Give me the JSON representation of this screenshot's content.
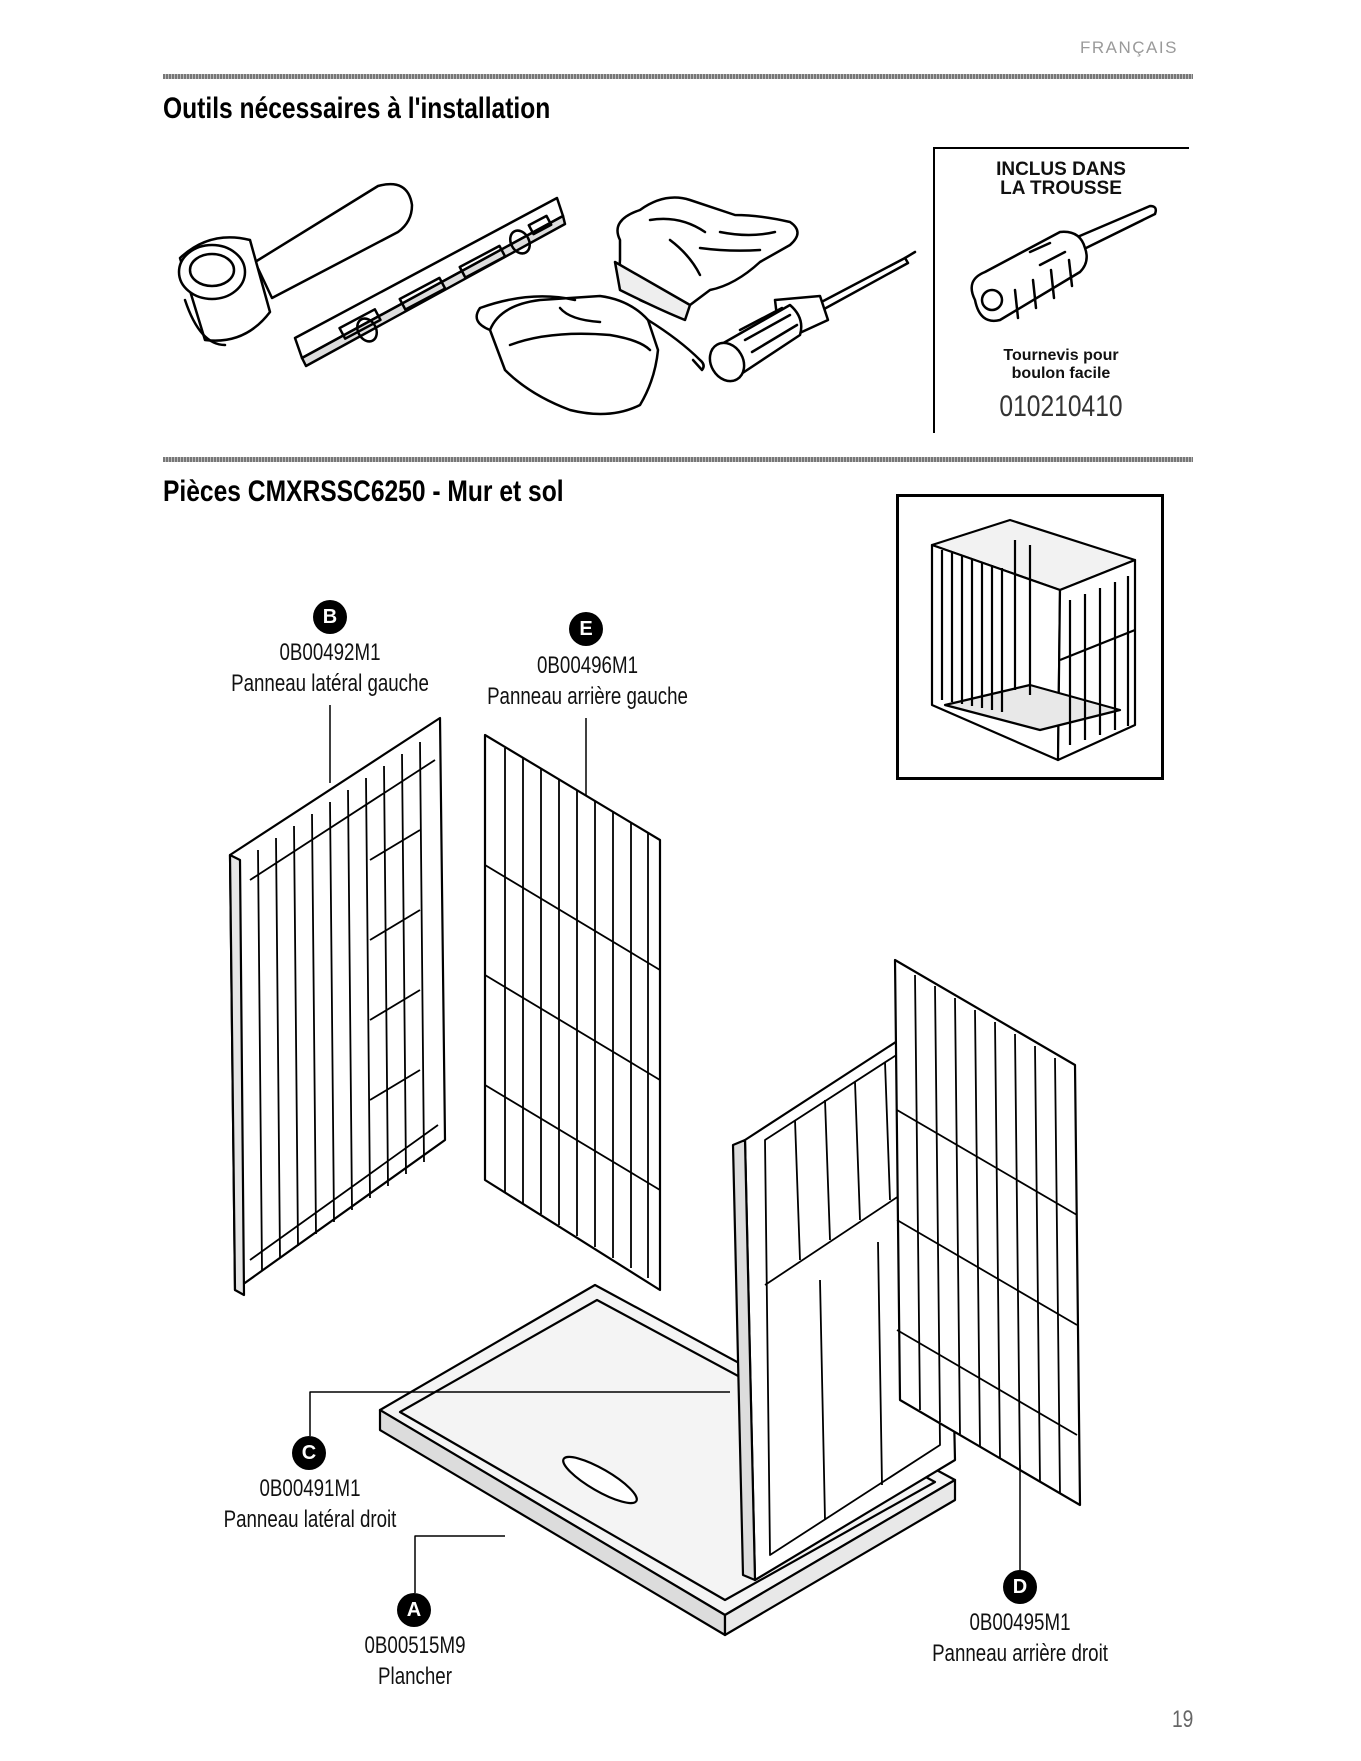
{
  "header": {
    "language": "FRANÇAIS"
  },
  "tools_section": {
    "title": "Outils nécessaires à l'installation",
    "tools": [
      "mallet-icon",
      "level-icon",
      "safety-glasses-icon",
      "gloves-icon",
      "screwdriver-icon"
    ],
    "kit": {
      "title_line1": "INCLUS DANS",
      "title_line2": "LA TROUSSE",
      "name_line1": "Tournevis pour",
      "name_line2": "boulon facile",
      "code": "010210410"
    }
  },
  "parts_section": {
    "title": "Pièces CMXRSSC6250 - Mur et sol",
    "parts": [
      {
        "letter": "B",
        "code": "0B00492M1",
        "name": "Panneau latéral gauche"
      },
      {
        "letter": "E",
        "code": "0B00496M1",
        "name": "Panneau arrière gauche"
      },
      {
        "letter": "C",
        "code": "0B00491M1",
        "name": "Panneau latéral droit"
      },
      {
        "letter": "A",
        "code": "0B00515M9",
        "name": "Plancher"
      },
      {
        "letter": "D",
        "code": "0B00495M1",
        "name": "Panneau arrière droit"
      }
    ]
  },
  "footer": {
    "page_number": "19"
  }
}
